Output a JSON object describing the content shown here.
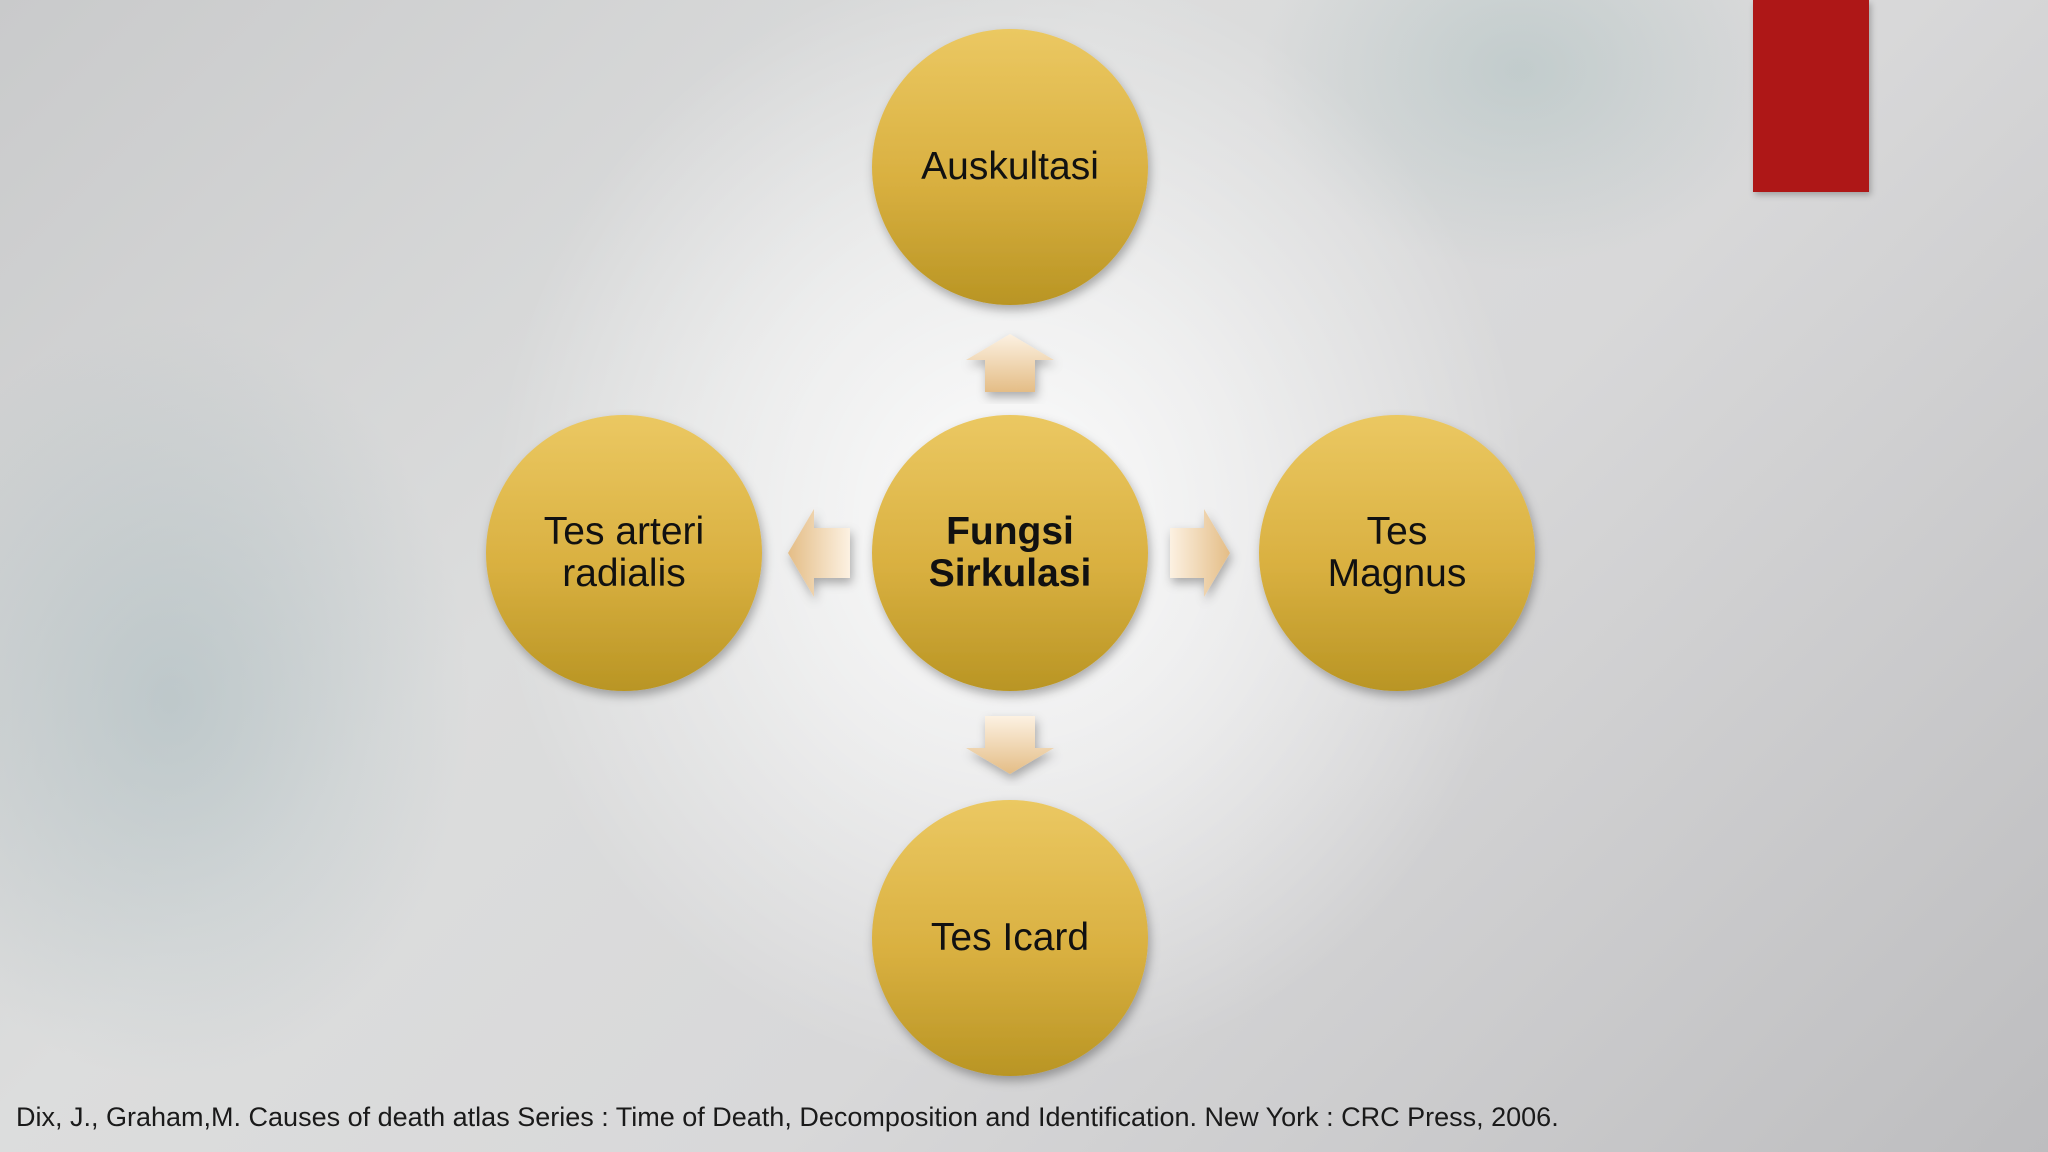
{
  "diagram": {
    "center": {
      "line1": "Fungsi",
      "line2": "Sirkulasi"
    },
    "top": {
      "line1": "Auskultasi",
      "line2": ""
    },
    "left": {
      "line1": "Tes arteri",
      "line2": "radialis"
    },
    "right": {
      "line1": "Tes",
      "line2": "Magnus"
    },
    "bottom": {
      "line1": "Tes Icard",
      "line2": ""
    }
  },
  "citation": "Dix, J., Graham,M. Causes of death atlas Series : Time of Death, Decomposition and Identification. New York : CRC Press, 2006.",
  "colors": {
    "circle_top": "#ebc862",
    "circle_bottom": "#b99524",
    "arrow_light": "#fbeedc",
    "arrow_dark": "#e6c08a",
    "accent": "#ae1717"
  }
}
